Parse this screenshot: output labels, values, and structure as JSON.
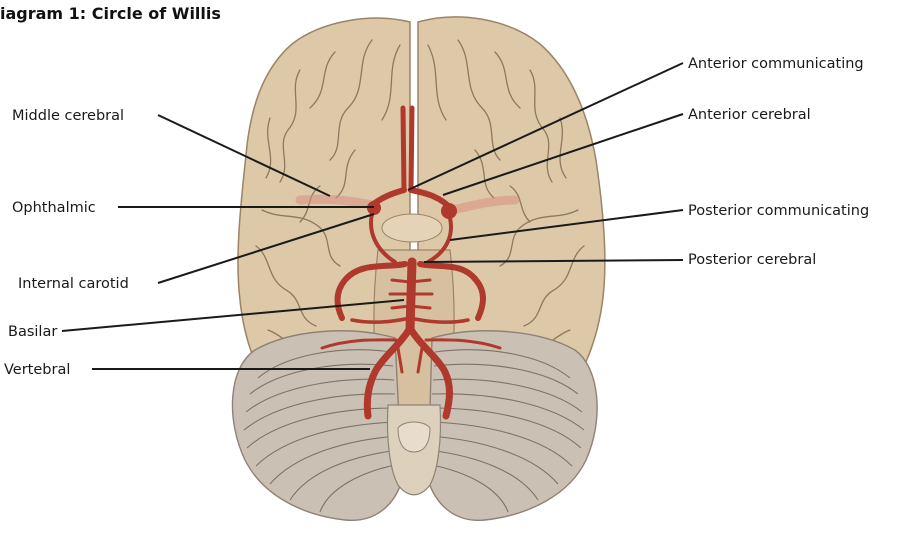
{
  "title": "iagram 1: Circle of Willis",
  "labels": {
    "anterior_communicating": "Anterior communicating",
    "anterior_cerebral": "Anterior cerebral",
    "posterior_communicating": "Posterior communicating",
    "posterior_cerebral": "Posterior cerebral",
    "middle_cerebral": "Middle cerebral",
    "ophthalmic": "Ophthalmic",
    "internal_carotid": "Internal carotid",
    "basilar": "Basilar",
    "vertebral": "Vertebral"
  },
  "colors": {
    "brain": "#ddc8a8",
    "cerebellum": "#cbc0b4",
    "artery": "#b0392d",
    "leader": "#1a1a1a"
  }
}
